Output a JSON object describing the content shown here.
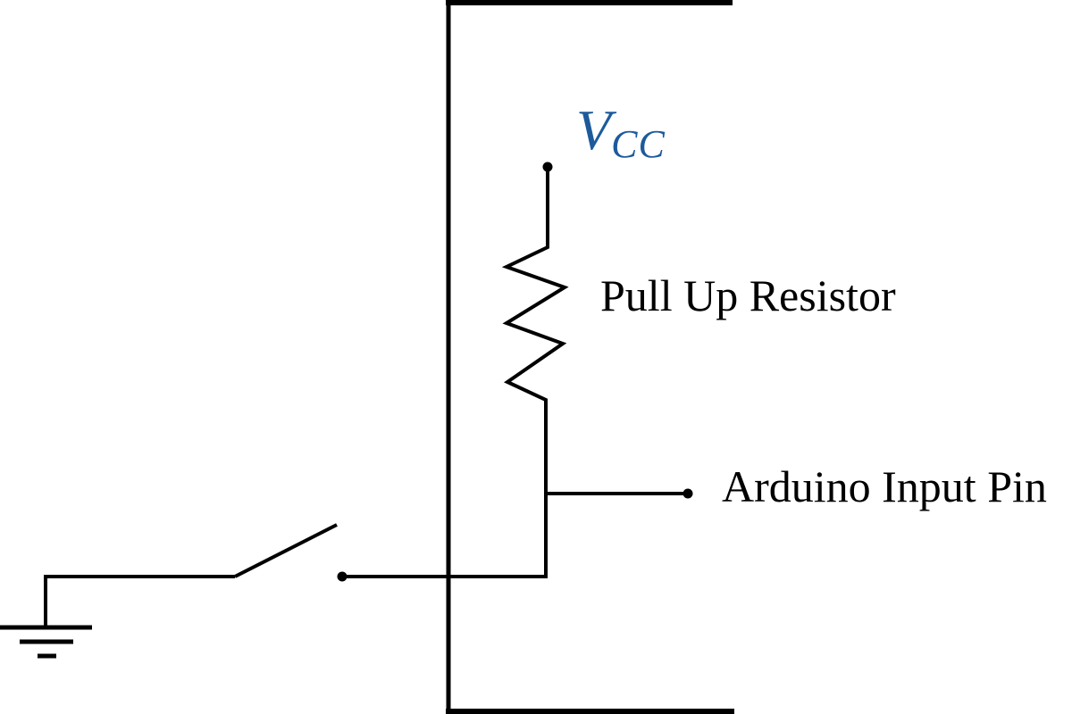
{
  "diagram": {
    "type": "circuit-schematic",
    "labels": {
      "vcc_main": "V",
      "vcc_sub": "CC",
      "resistor": "Pull Up Resistor",
      "input_pin": "Arduino Input Pin"
    },
    "colors": {
      "wire": "#000000",
      "vcc_text": "#1d5a9b",
      "label_text": "#000000",
      "background": "#ffffff"
    },
    "components": [
      {
        "name": "vcc-terminal",
        "symbol": "supply node with dot",
        "label": "VCC"
      },
      {
        "name": "pull-up-resistor",
        "symbol": "zigzag resistor",
        "label": "Pull Up Resistor"
      },
      {
        "name": "arduino-input-pin-node",
        "symbol": "wire stub with dot",
        "label": "Arduino Input Pin"
      },
      {
        "name": "pushbutton-switch",
        "symbol": "open SPST switch",
        "label": ""
      },
      {
        "name": "ground",
        "symbol": "three-bar earth ground",
        "label": ""
      },
      {
        "name": "arduino-board-outline",
        "symbol": "partial rectangle border",
        "label": ""
      }
    ]
  }
}
